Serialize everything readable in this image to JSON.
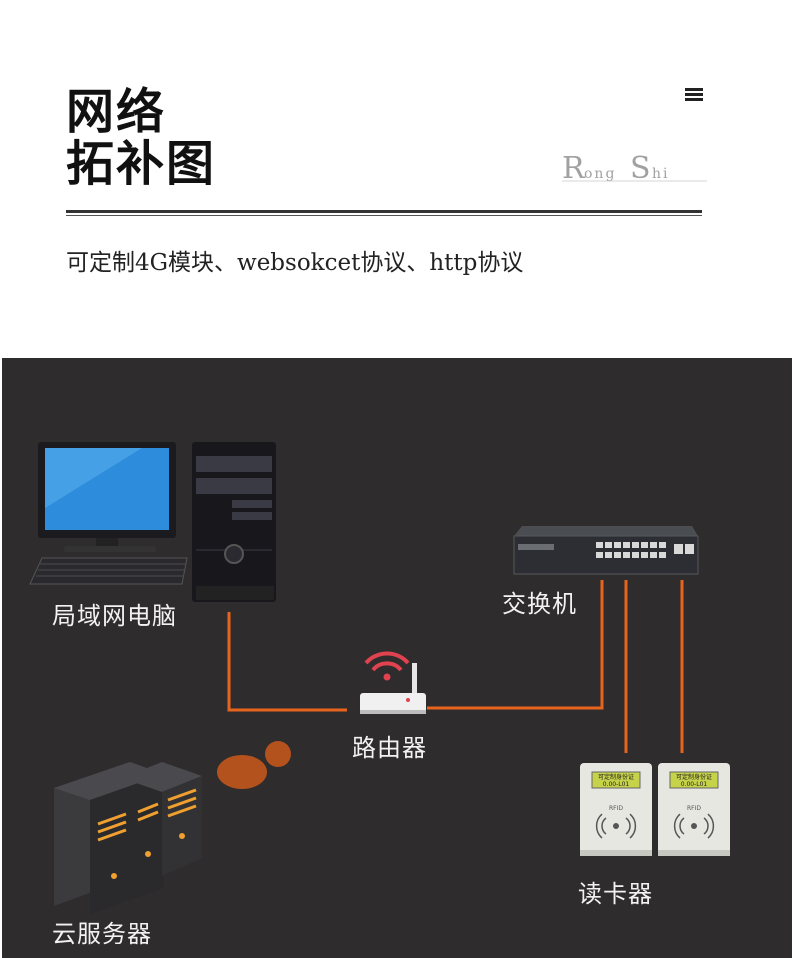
{
  "header": {
    "title_line1": "网络",
    "title_line2": "拓补图",
    "logo_text": "RongShi",
    "menu_icon": "hamburger-menu-icon"
  },
  "subtitle": "可定制4G模块、websokcet协议、http协议",
  "diagram": {
    "nodes": {
      "pc": "局域网电脑",
      "switch": "交换机",
      "router": "路由器",
      "cloud": "云服务器",
      "reader": "读卡器"
    },
    "reader_screen_line1": "可定制身份证",
    "reader_screen_line2": "0.00-L01",
    "reader_badge": "RFID",
    "colors": {
      "background": "#2e2c2c",
      "connection_line": "#e8641e",
      "router_wifi": "#e0434f",
      "cloud_dots": "#b4521e"
    }
  }
}
